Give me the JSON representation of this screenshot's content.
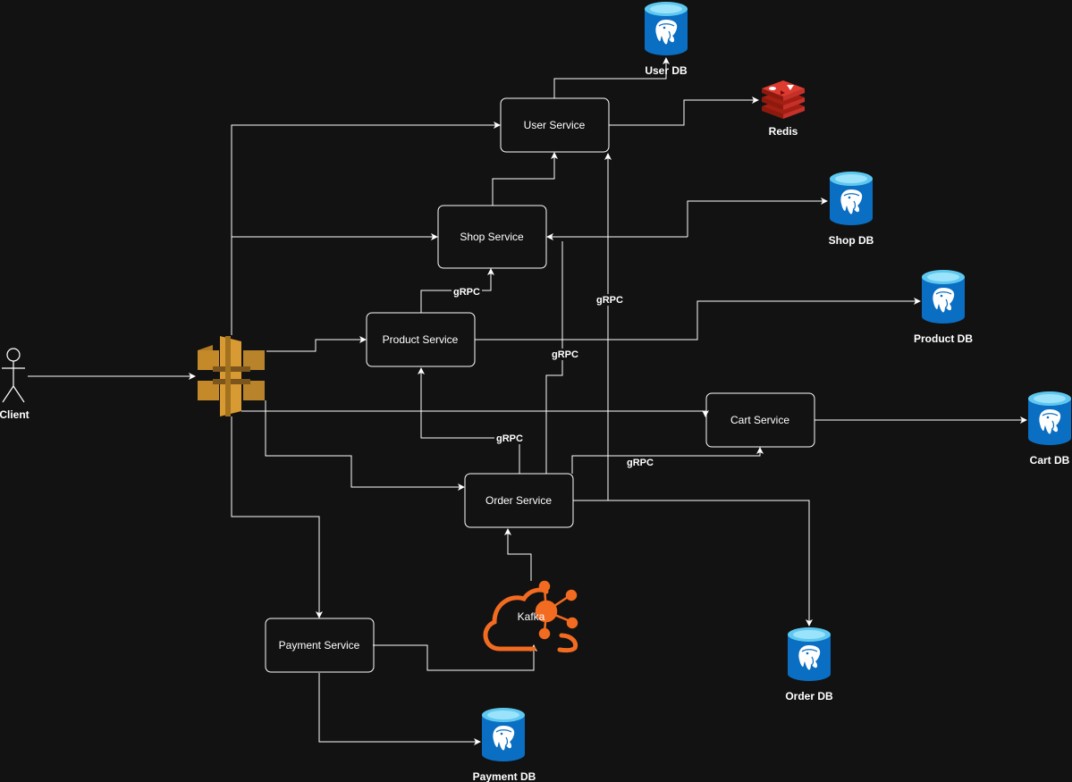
{
  "client": {
    "label": "Client"
  },
  "gateway": {
    "icon": "api-gateway-icon",
    "color": "#c59134"
  },
  "services": {
    "user": "User Service",
    "shop": "Shop Service",
    "product": "Product Service",
    "cart": "Cart Service",
    "order": "Order Service",
    "payment": "Payment Service"
  },
  "databases": {
    "user": "User DB",
    "shop": "Shop DB",
    "product": "Product DB",
    "cart": "Cart DB",
    "order": "Order DB",
    "payment": "Payment DB"
  },
  "cache": {
    "label": "Redis",
    "icon": "redis-icon",
    "color": "#c6302b"
  },
  "broker": {
    "label": "Kafka",
    "icon": "kafka-icon",
    "color": "#f26b21"
  },
  "edge_labels": {
    "product_shop": "gRPC",
    "order_shop": "gRPC",
    "order_user": "gRPC",
    "order_product": "gRPC",
    "order_cart": "gRPC"
  },
  "colors": {
    "background": "#121212",
    "db_body": "#0a6ec2",
    "db_top": "#5ec8f0",
    "line": "#ffffff"
  }
}
